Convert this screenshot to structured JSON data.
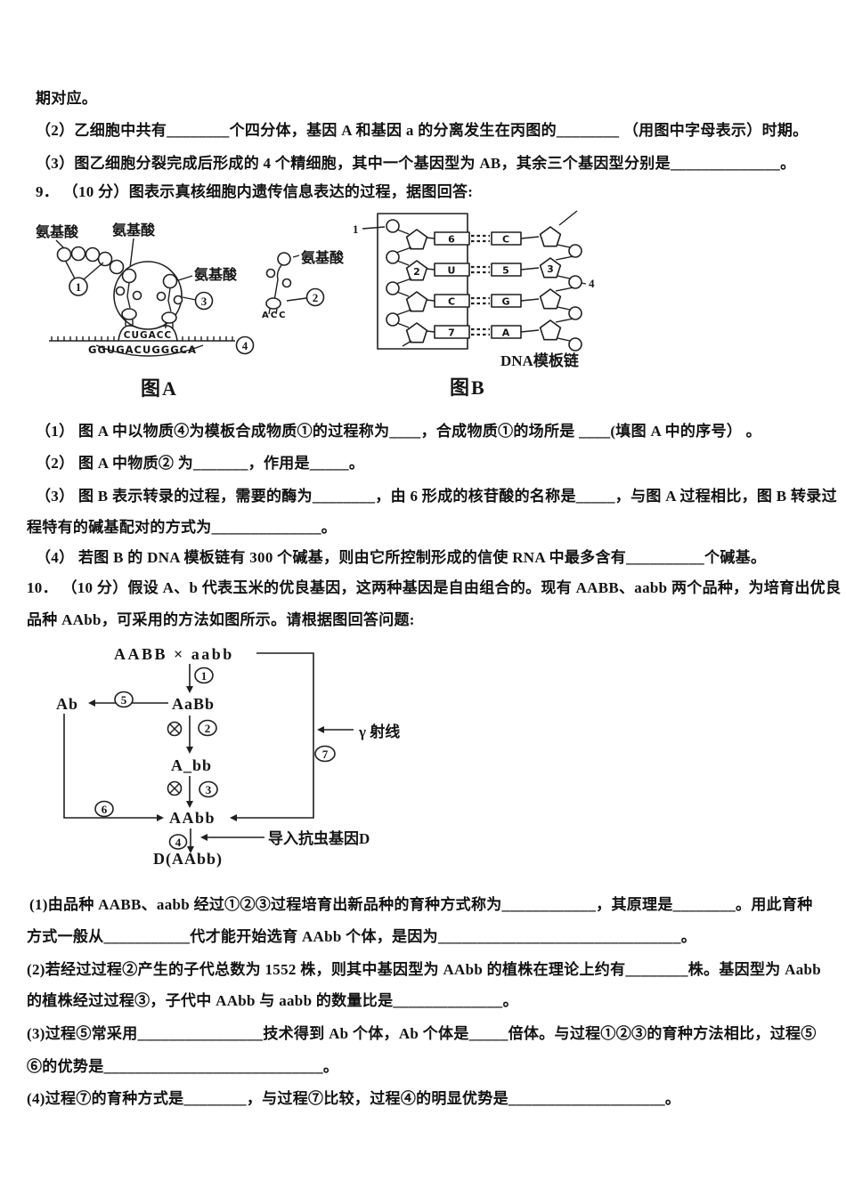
{
  "document": {
    "q8": {
      "tail": "期对应。",
      "part2": "（2）乙细胞中共有________个四分体，基因 A 和基因 a 的分离发生在丙图的________ （用图中字母表示）时期。",
      "part3": "（3）图乙细胞分裂完成后形成的 4 个精细胞，其中一个基因型为 AB，其余三个基因型分别是______________。"
    },
    "q9": {
      "stem": "9． （10 分）图表示真核细胞内遗传信息表达的过程，据图回答:",
      "part1": "（1） 图 A 中以物质④为模板合成物质①的过程称为____，合成物质①的场所是 ____(填图 A 中的序号） 。",
      "part2": "（2） 图 A 中物质② 为_______，作用是_____。",
      "part3a": "（3） 图 B 表示转录的过程，需要的酶为________，由 6 形成的核苷酸的名称是_____，与图 A 过程相比，图 B 转录过",
      "part3b": "程特有的碱基配对的方式为______________。",
      "part4": "（4） 若图 B 的 DNA 模板链有 300 个碱基，则由它所控制形成的信使 RNA 中最多含有__________个碱基。"
    },
    "q10": {
      "stem1": "10． （10 分）假设 A、b 代表玉米的优良基因，这两种基因是自由组合的。现有 AABB、aabb 两个品种，为培育出优良",
      "stem2": "品种 AAbb，可采用的方法如图所示。请根据图回答问题:",
      "part1a": " (1)由品种 AABB、aabb 经过①②③过程培育出新品种的育种方式称为____________，其原理是________。用此育种",
      "part1b": "方式一般从___________代才能开始选育 AAbb 个体，是因为_______________________________。",
      "part2a": "(2)若经过过程②产生的子代总数为 1552 株，则其中基因型为 AAbb 的植株在理论上约有________株。基因型为 Aabb",
      "part2b": "的植株经过过程③，子代中 AAbb 与 aabb 的数量比是______________。",
      "part3a": "(3)过程⑤常采用________________技术得到 Ab 个体，Ab 个体是_____倍体。与过程①②③的育种方法相比，过程⑤",
      "part3b": "⑥的优势是____________________________。",
      "part4": "(4)过程⑦的育种方式是________，与过程⑦比较，过程④的明显优势是____________________。"
    }
  },
  "figure_a": {
    "caption": "图A",
    "amino_acid": "氨基酸",
    "anticodon_seq": "CUGACC",
    "mrna_seq": "GGUGACUGGGCA",
    "acc_seq": "ACC",
    "num1": "1",
    "num2": "2",
    "num3": "3",
    "num4": "4"
  },
  "figure_b": {
    "caption": "图B",
    "template_label": "DNA模板链",
    "num1": "1",
    "num2": "2",
    "num3": "3",
    "num4": "4",
    "left_bases": [
      "6",
      "U",
      "C",
      "7"
    ],
    "right_bases": [
      "C",
      "5",
      "G",
      "A"
    ]
  },
  "flowchart": {
    "cross": "AABB × aabb",
    "gen1": "AaBb",
    "gen2": "A_bb",
    "gen3": "AAbb",
    "result": "D(AAbb)",
    "haploid": "Ab",
    "self_symbol": "⊗",
    "gamma_label": "γ 射线",
    "insert_label": "导入抗虫基因D",
    "steps": [
      "1",
      "2",
      "3",
      "4",
      "5",
      "6",
      "7"
    ]
  },
  "colors": {
    "ink": "#1f1f1f",
    "paper": "#ffffff"
  }
}
